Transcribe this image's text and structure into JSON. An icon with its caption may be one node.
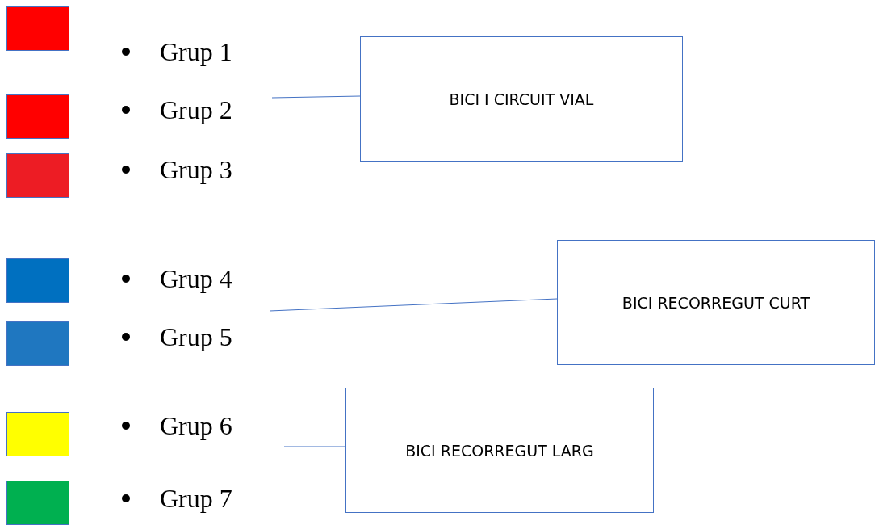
{
  "diagram": {
    "nodes": [
      {
        "text": [
          "BICI I CIRCUIT VIAL"
        ]
      },
      {
        "text": [
          "BICI RECORREGUT CURT"
        ]
      },
      {
        "text": [
          "BICI RECORREGUT LARG"
        ]
      }
    ],
    "edges": [
      {
        "from": null,
        "to": 0,
        "arrow": "none"
      },
      {
        "from": null,
        "to": 1,
        "arrow": "none"
      },
      {
        "from": null,
        "to": 2,
        "arrow": "none"
      }
    ],
    "legend": [
      {
        "text": "Grup 1",
        "color": "#ff0000"
      },
      {
        "text": "Grup 2",
        "color": "#ff0000"
      },
      {
        "text": "Grup 3",
        "color": "#ed1c24"
      },
      {
        "text": "Grup 4",
        "color": "#0070c0"
      },
      {
        "text": "Grup 5",
        "color": "#1f77c0"
      },
      {
        "text": "Grup 6",
        "color": "#ffff00"
      },
      {
        "text": "Grup 7",
        "color": "#00b050"
      }
    ]
  }
}
